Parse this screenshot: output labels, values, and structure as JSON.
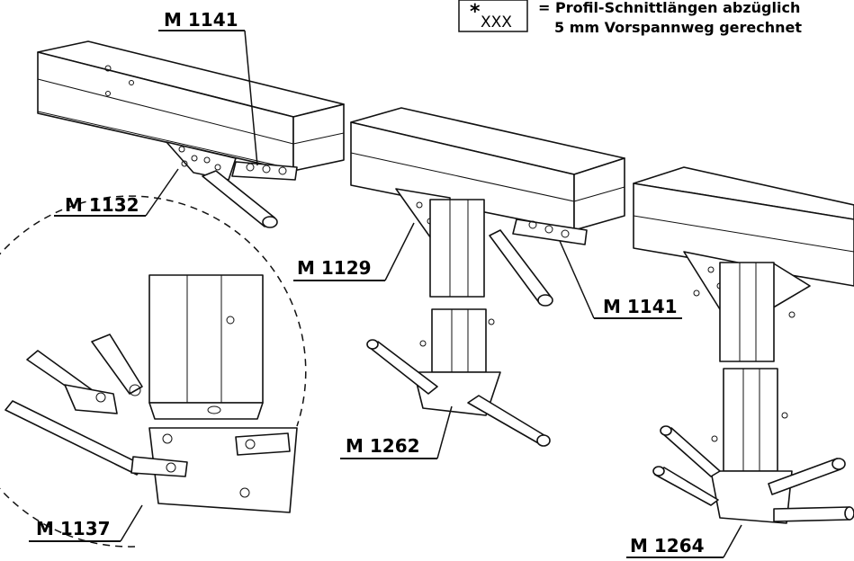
{
  "legend": {
    "symbol_star": "*",
    "symbol_text": "XXX",
    "line1": "= Profil-Schnittlängen abzüglich",
    "line2": "5 mm Vorspannweg gerechnet"
  },
  "parts": {
    "m1141_top": "M 1141",
    "m1132": "M 1132",
    "m1129": "M 1129",
    "m1141_right": "M 1141",
    "m1262": "M 1262",
    "m1137": "M 1137",
    "m1264": "M 1264"
  }
}
